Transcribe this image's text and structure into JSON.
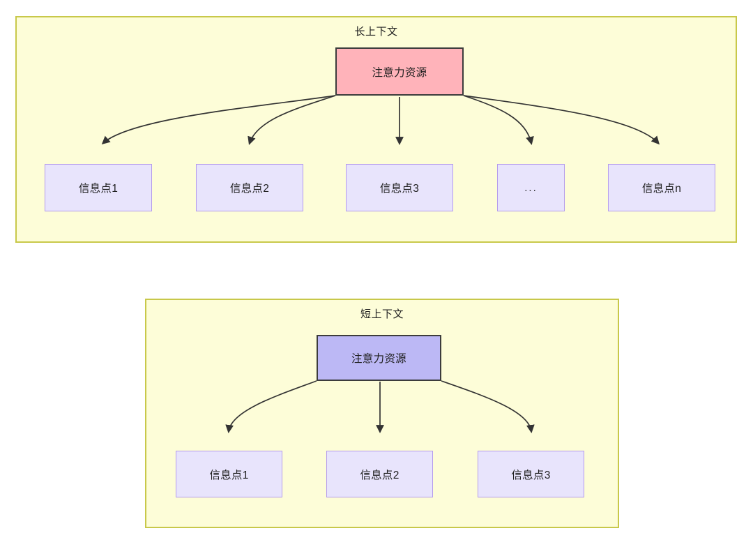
{
  "diagrams": [
    {
      "id": "long-context",
      "title": "长上下文",
      "container_color": "#fdfdd8",
      "container_border_color": "#c8c84a",
      "root": {
        "label": "注意力资源",
        "fill": "#ffb3ba",
        "border": "#3c3c3c"
      },
      "leaves": [
        {
          "label": "信息点1"
        },
        {
          "label": "信息点2"
        },
        {
          "label": "信息点3"
        },
        {
          "label": "..."
        },
        {
          "label": "信息点n"
        }
      ],
      "leaf_fill": "#e8e4fc",
      "leaf_border": "#b49bec",
      "edge_count": 5
    },
    {
      "id": "short-context",
      "title": "短上下文",
      "container_color": "#fdfdd8",
      "container_border_color": "#c8c84a",
      "root": {
        "label": "注意力资源",
        "fill": "#bcb8f5",
        "border": "#3c3c3c"
      },
      "leaves": [
        {
          "label": "信息点1"
        },
        {
          "label": "信息点2"
        },
        {
          "label": "信息点3"
        }
      ],
      "leaf_fill": "#e8e4fc",
      "leaf_border": "#b49bec",
      "edge_count": 3
    }
  ],
  "edge_color": "#333333",
  "page_background": "#ffffff"
}
